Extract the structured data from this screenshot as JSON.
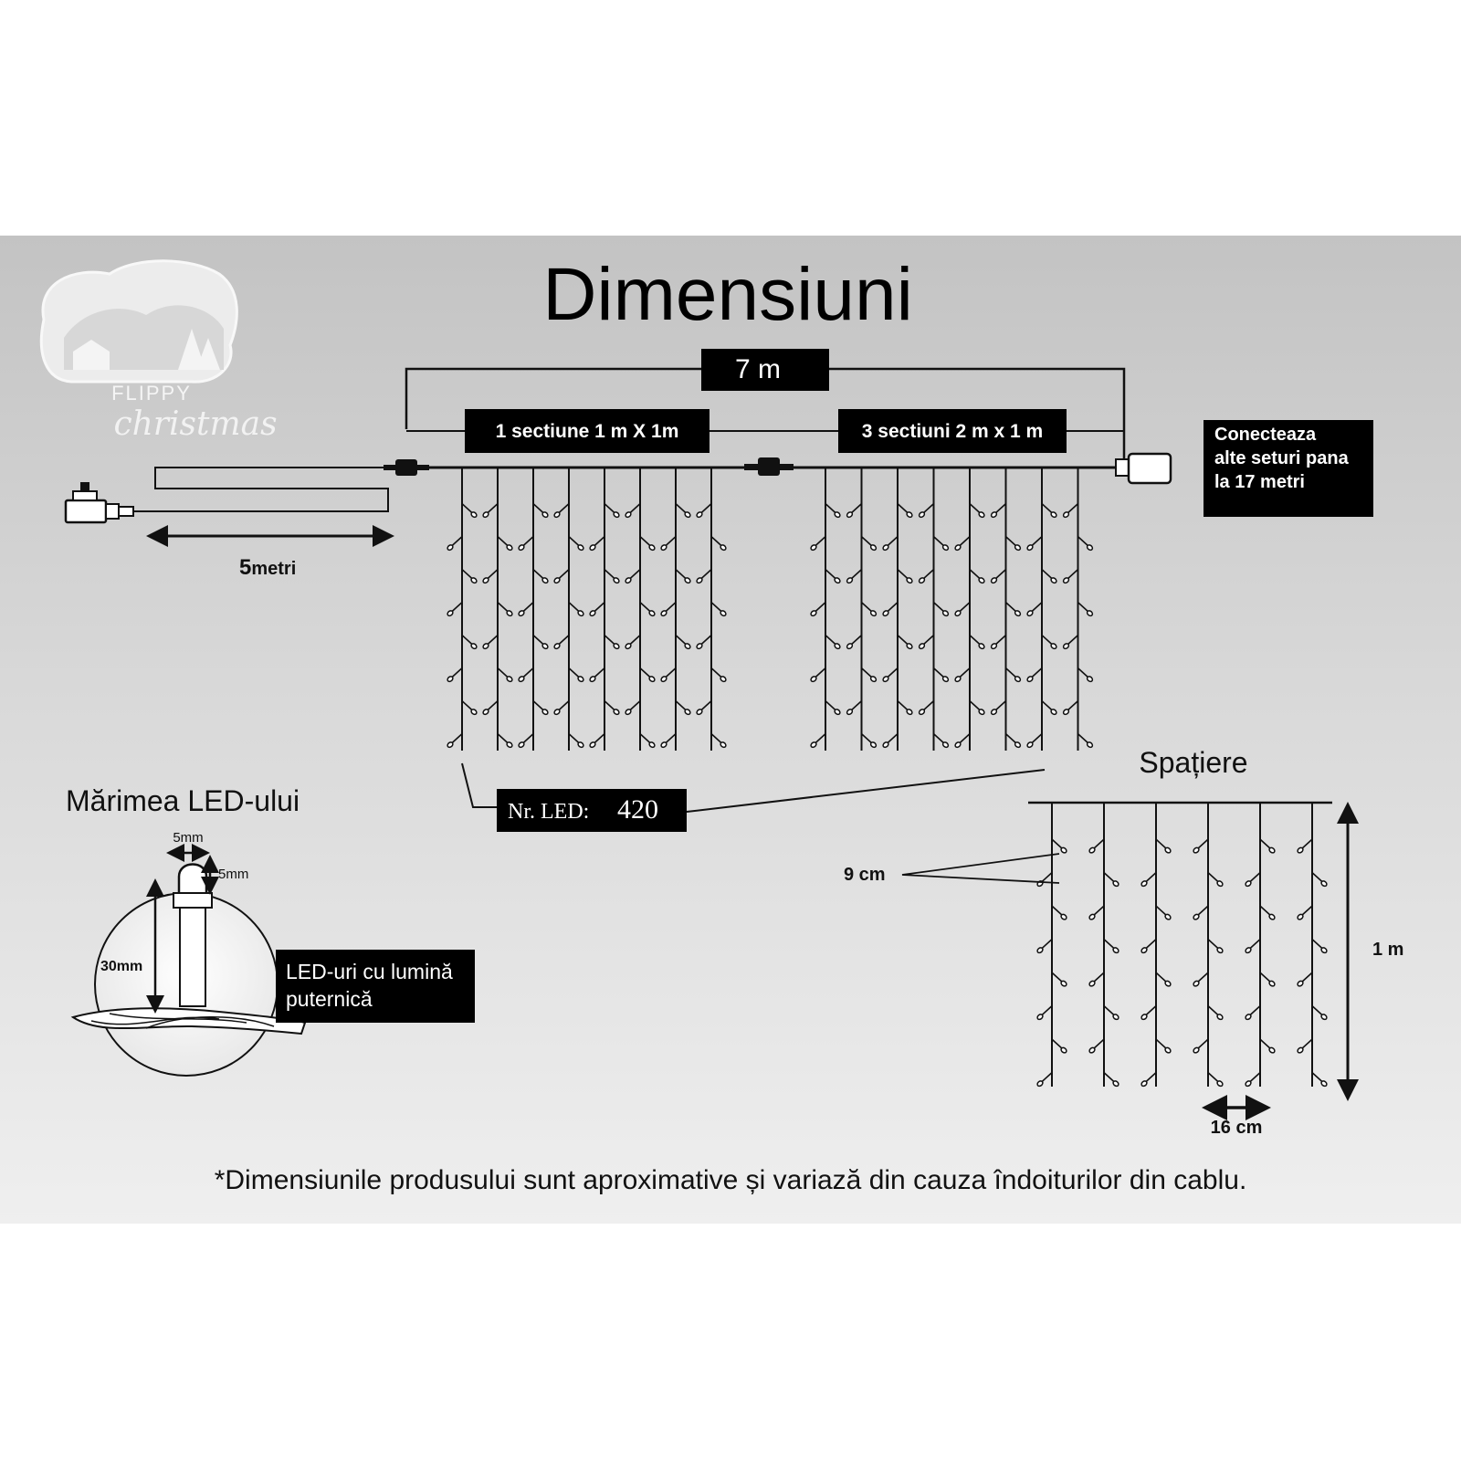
{
  "title": "Dimensiuni",
  "logo": {
    "line1": "FLIPPY",
    "line2": "christmas"
  },
  "total_length": "7 m",
  "section_a": "1 sectiune 1 m X 1m",
  "section_b": "3 sectiuni 2 m x 1 m",
  "connect_note": [
    "Conecteaza",
    "alte seturi pana",
    "la 17 metri"
  ],
  "cable_length": {
    "number": "5",
    "unit": "metri"
  },
  "led_count": {
    "label": "Nr. LED:",
    "value": "420"
  },
  "spacing": {
    "heading": "Spațiere",
    "vertical_gap": "9 cm",
    "horizontal_gap": "16 cm",
    "height": "1 m"
  },
  "led_size": {
    "heading": "Mărimea LED-ului",
    "width": "5mm",
    "height": "5mm",
    "length": "30mm",
    "caption": [
      "LED-uri cu lumină",
      "puternică"
    ]
  },
  "footer": "*Dimensiunile produsului sunt aproximative și variază din cauza îndoiturilor din cablu."
}
